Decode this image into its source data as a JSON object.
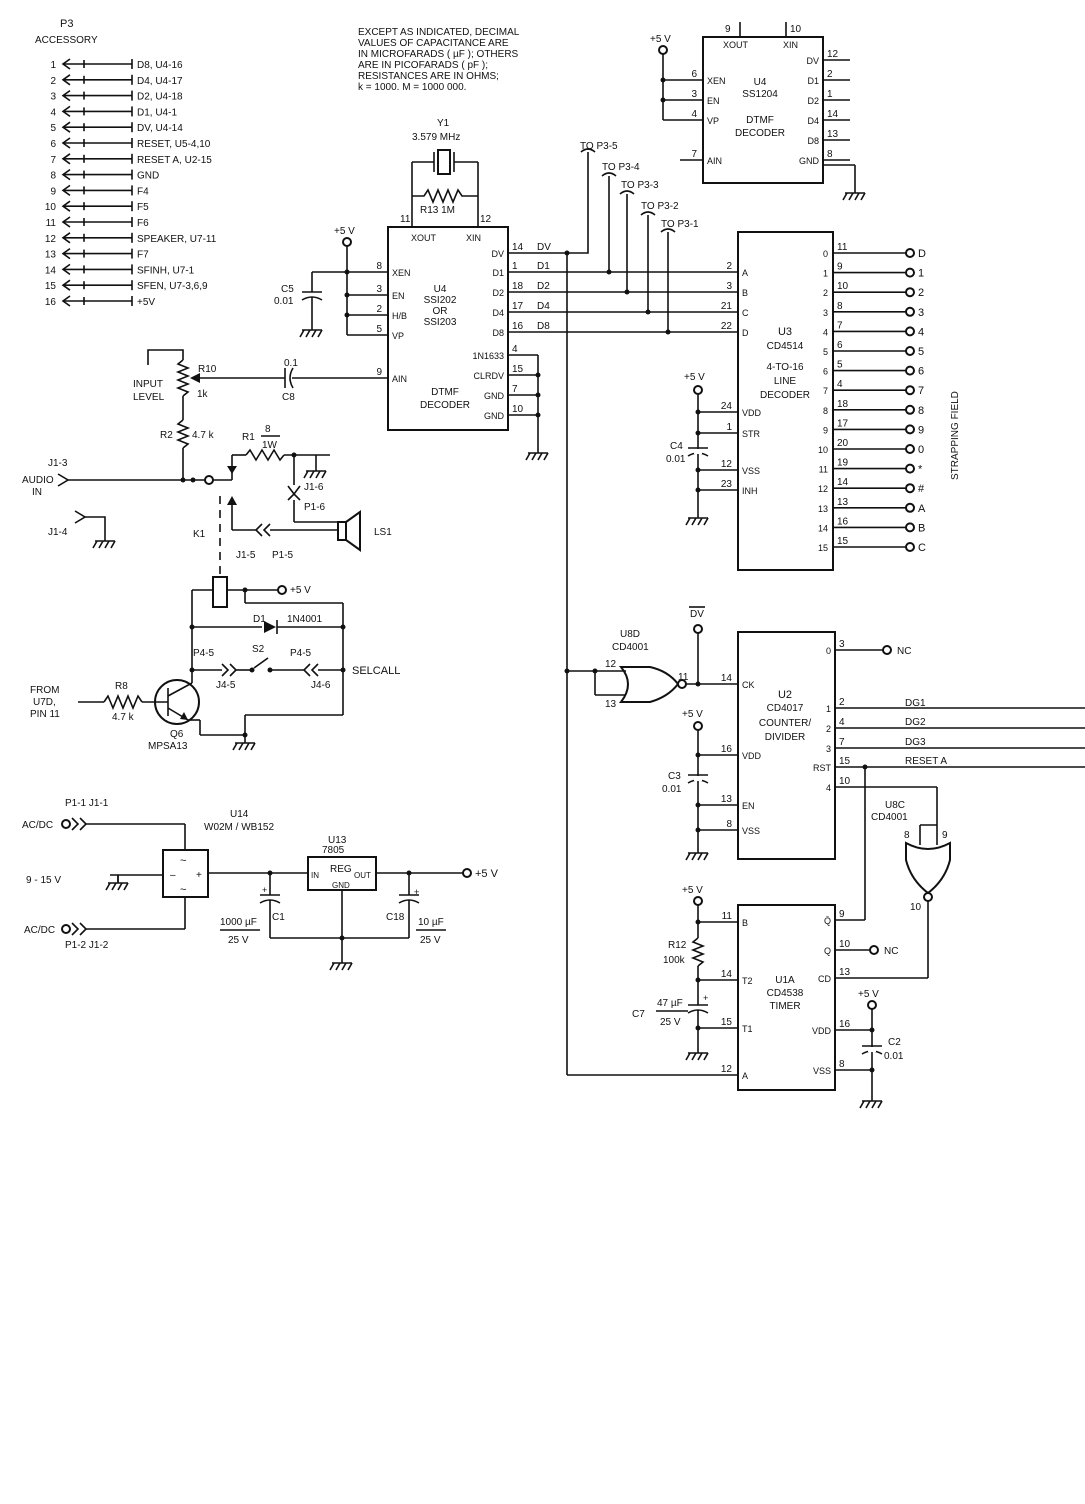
{
  "note": [
    "EXCEPT AS INDICATED, DECIMAL",
    "VALUES OF CAPACITANCE ARE",
    "IN MICROFARADS ( µF ); OTHERS",
    "ARE IN PICOFARADS ( pF );",
    "RESISTANCES ARE IN OHMS;",
    "k = 1000. M = 1000 000."
  ],
  "p3": {
    "title": "P3",
    "subtitle": "ACCESSORY",
    "pins": [
      {
        "n": "1",
        "label": "D8, U4-16"
      },
      {
        "n": "2",
        "label": "D4, U4-17"
      },
      {
        "n": "3",
        "label": "D2, U4-18"
      },
      {
        "n": "4",
        "label": "D1, U4-1"
      },
      {
        "n": "5",
        "label": "DV, U4-14"
      },
      {
        "n": "6",
        "label": "RESET, U5-4,10"
      },
      {
        "n": "7",
        "label": "RESET A, U2-15"
      },
      {
        "n": "8",
        "label": "GND"
      },
      {
        "n": "9",
        "label": "F4"
      },
      {
        "n": "10",
        "label": "F5"
      },
      {
        "n": "11",
        "label": "F6"
      },
      {
        "n": "12",
        "label": "SPEAKER, U7-11"
      },
      {
        "n": "13",
        "label": "F7"
      },
      {
        "n": "14",
        "label": "SFINH, U7-1"
      },
      {
        "n": "15",
        "label": "SFEN, U7-3,6,9"
      },
      {
        "n": "16",
        "label": "+5V"
      }
    ]
  },
  "y1": {
    "ref": "Y1",
    "value": "3.579 MHz",
    "r13": "R13  1M",
    "pin11": "11",
    "pin12": "12"
  },
  "u4_main": {
    "ref": "U4",
    "part1": "SSI202",
    "or": "OR",
    "part2": "SSI203",
    "func1": "DTMF",
    "func2": "DECODER",
    "xout": "XOUT",
    "xin": "XIN",
    "left_pins": [
      {
        "n": "8",
        "name": "XEN"
      },
      {
        "n": "3",
        "name": "EN"
      },
      {
        "n": "2",
        "name": "H/B"
      },
      {
        "n": "5",
        "name": "VP"
      },
      {
        "n": "9",
        "name": "AIN"
      }
    ],
    "right_pins": [
      {
        "n": "14",
        "name": "DV"
      },
      {
        "n": "1",
        "name": "D1"
      },
      {
        "n": "18",
        "name": "D2"
      },
      {
        "n": "17",
        "name": "D4"
      },
      {
        "n": "16",
        "name": "D8"
      },
      {
        "n": "4",
        "name": "1N1633"
      },
      {
        "n": "15",
        "name": "CLRDV"
      },
      {
        "n": "7",
        "name": "GND"
      },
      {
        "n": "10",
        "name": "GND"
      }
    ],
    "net_labels": [
      "DV",
      "D1",
      "D2",
      "D4",
      "D8"
    ]
  },
  "u4_top": {
    "ref": "U4",
    "part": "SS1204",
    "func1": "DTMF",
    "func2": "DECODER",
    "pin9": "9",
    "pin10": "10",
    "xout": "XOUT",
    "xin": "XIN",
    "left_pins": [
      {
        "n": "6",
        "name": "XEN"
      },
      {
        "n": "3",
        "name": "EN"
      },
      {
        "n": "4",
        "name": "VP"
      },
      {
        "n": "7",
        "name": "AIN"
      }
    ],
    "right_pins": [
      {
        "n": "12",
        "name": "DV"
      },
      {
        "n": "2",
        "name": "D1"
      },
      {
        "n": "1",
        "name": "D2"
      },
      {
        "n": "14",
        "name": "D4"
      },
      {
        "n": "13",
        "name": "D8"
      },
      {
        "n": "8",
        "name": "GND"
      }
    ]
  },
  "to_p3": [
    "TO P3-5",
    "TO P3-4",
    "TO P3-3",
    "TO P3-2",
    "TO P3-1"
  ],
  "u3": {
    "ref": "U3",
    "part": "CD4514",
    "func1": "4-TO-16",
    "func2": "LINE",
    "func3": "DECODER",
    "left_pins": [
      {
        "n": "2",
        "name": "A"
      },
      {
        "n": "3",
        "name": "B"
      },
      {
        "n": "21",
        "name": "C"
      },
      {
        "n": "22",
        "name": "D"
      },
      {
        "n": "24",
        "name": "VDD"
      },
      {
        "n": "1",
        "name": "STR"
      },
      {
        "n": "12",
        "name": "VSS"
      },
      {
        "n": "23",
        "name": "INH"
      }
    ],
    "outputs": [
      {
        "q": "0",
        "pin": "11",
        "key": "D"
      },
      {
        "q": "1",
        "pin": "9",
        "key": "1"
      },
      {
        "q": "2",
        "pin": "10",
        "key": "2"
      },
      {
        "q": "3",
        "pin": "8",
        "key": "3"
      },
      {
        "q": "4",
        "pin": "7",
        "key": "4"
      },
      {
        "q": "5",
        "pin": "6",
        "key": "5"
      },
      {
        "q": "6",
        "pin": "5",
        "key": "6"
      },
      {
        "q": "7",
        "pin": "4",
        "key": "7"
      },
      {
        "q": "8",
        "pin": "18",
        "key": "8"
      },
      {
        "q": "9",
        "pin": "17",
        "key": "9"
      },
      {
        "q": "10",
        "pin": "20",
        "key": "0"
      },
      {
        "q": "11",
        "pin": "19",
        "key": "*"
      },
      {
        "q": "12",
        "pin": "14",
        "key": "#"
      },
      {
        "q": "13",
        "pin": "13",
        "key": "A"
      },
      {
        "q": "14",
        "pin": "16",
        "key": "B"
      },
      {
        "q": "15",
        "pin": "15",
        "key": "C"
      }
    ],
    "strapping": "STRAPPING   FIELD"
  },
  "c4": {
    "ref": "C4",
    "value": "0.01"
  },
  "c5": {
    "ref": "C5",
    "value": "0.01"
  },
  "c8": {
    "ref": "C8",
    "value": "0.1"
  },
  "r10": {
    "ref": "R10",
    "value": "1k",
    "label1": "INPUT",
    "label2": "LEVEL"
  },
  "r2": {
    "ref": "R2",
    "value": "4.7 k"
  },
  "r1": {
    "ref": "R1",
    "value_num": "8",
    "value_den": "1W"
  },
  "audio": {
    "j13": "J1-3",
    "label1": "AUDIO",
    "label2": "IN",
    "j14": "J1-4"
  },
  "jacks": {
    "j16": "J1-6",
    "p16": "P1-6",
    "j15": "J1-5",
    "p15": "P1-5",
    "ls1": "LS1",
    "k1": "K1"
  },
  "relay": {
    "d1_ref": "D1",
    "d1_part": "1N4001",
    "s2": "S2",
    "p45a": "P4-5",
    "j45": "J4-5",
    "p45b": "P4-5",
    "j46": "J4-6",
    "selcall": "SELCALL"
  },
  "q6": {
    "from1": "FROM",
    "from2": "U7D,",
    "from3": "PIN 11",
    "r8": "R8",
    "r8_value": "4.7 k",
    "ref": "Q6",
    "part": "MPSA13"
  },
  "supply": {
    "p11": "P1-1  J1-1",
    "acdc1": "AC/DC",
    "v_in": "9 - 15 V",
    "acdc2": "AC/DC",
    "p12": "P1-2  J1-2",
    "u14": "U14",
    "u14_part": "W02M / WB152",
    "u13": "U13",
    "u13_part": "7805",
    "reg": "REG",
    "in": "IN",
    "out": "OUT",
    "gnd": "GND",
    "c1": "C1",
    "c1_v1": "1000 µF",
    "c1_v2": "25 V",
    "c18": "C18",
    "c18_v1": "10 µF",
    "c18_v2": "25 V"
  },
  "plus5": "+5 V",
  "u8d": {
    "ref": "U8D",
    "part": "CD4001",
    "pin12": "12",
    "pin13": "13",
    "pin11": "11",
    "dvbar": "DV"
  },
  "u2": {
    "ref": "U2",
    "part": "CD4017",
    "func1": "COUNTER/",
    "func2": "DIVIDER",
    "left_pins": [
      {
        "n": "14",
        "name": "CK"
      },
      {
        "n": "16",
        "name": "VDD"
      },
      {
        "n": "13",
        "name": "EN"
      },
      {
        "n": "8",
        "name": "VSS"
      }
    ],
    "right_pins": [
      {
        "n": "3",
        "name": "0"
      },
      {
        "n": "2",
        "name": "1"
      },
      {
        "n": "4",
        "name": "2"
      },
      {
        "n": "7",
        "name": "3"
      },
      {
        "n": "15",
        "name": "RST"
      },
      {
        "n": "10",
        "name": "4"
      }
    ],
    "nc": "NC",
    "dg1": "DG1",
    "dg2": "DG2",
    "dg3": "DG3",
    "reset_a": "RESET  A"
  },
  "c3": {
    "ref": "C3",
    "value": "0.01"
  },
  "u8c": {
    "ref": "U8C",
    "part": "CD4001",
    "pin8": "8",
    "pin9": "9",
    "pin10": "10"
  },
  "u1a": {
    "ref": "U1A",
    "part": "CD4538",
    "func": "TIMER",
    "left_pins": [
      {
        "n": "11",
        "name": "B"
      },
      {
        "n": "14",
        "name": "T2"
      },
      {
        "n": "15",
        "name": "T1"
      },
      {
        "n": "12",
        "name": "A"
      }
    ],
    "right_pins": [
      {
        "n": "9",
        "name": "Q̄"
      },
      {
        "n": "10",
        "name": "Q"
      },
      {
        "n": "13",
        "name": "CD"
      },
      {
        "n": "16",
        "name": "VDD"
      },
      {
        "n": "8",
        "name": "VSS"
      }
    ],
    "nc": "NC"
  },
  "r12": {
    "ref": "R12",
    "value": "100k"
  },
  "c7": {
    "ref": "C7",
    "value1": "47 µF",
    "value2": "25 V"
  },
  "c2": {
    "ref": "C2",
    "value": "0.01"
  }
}
